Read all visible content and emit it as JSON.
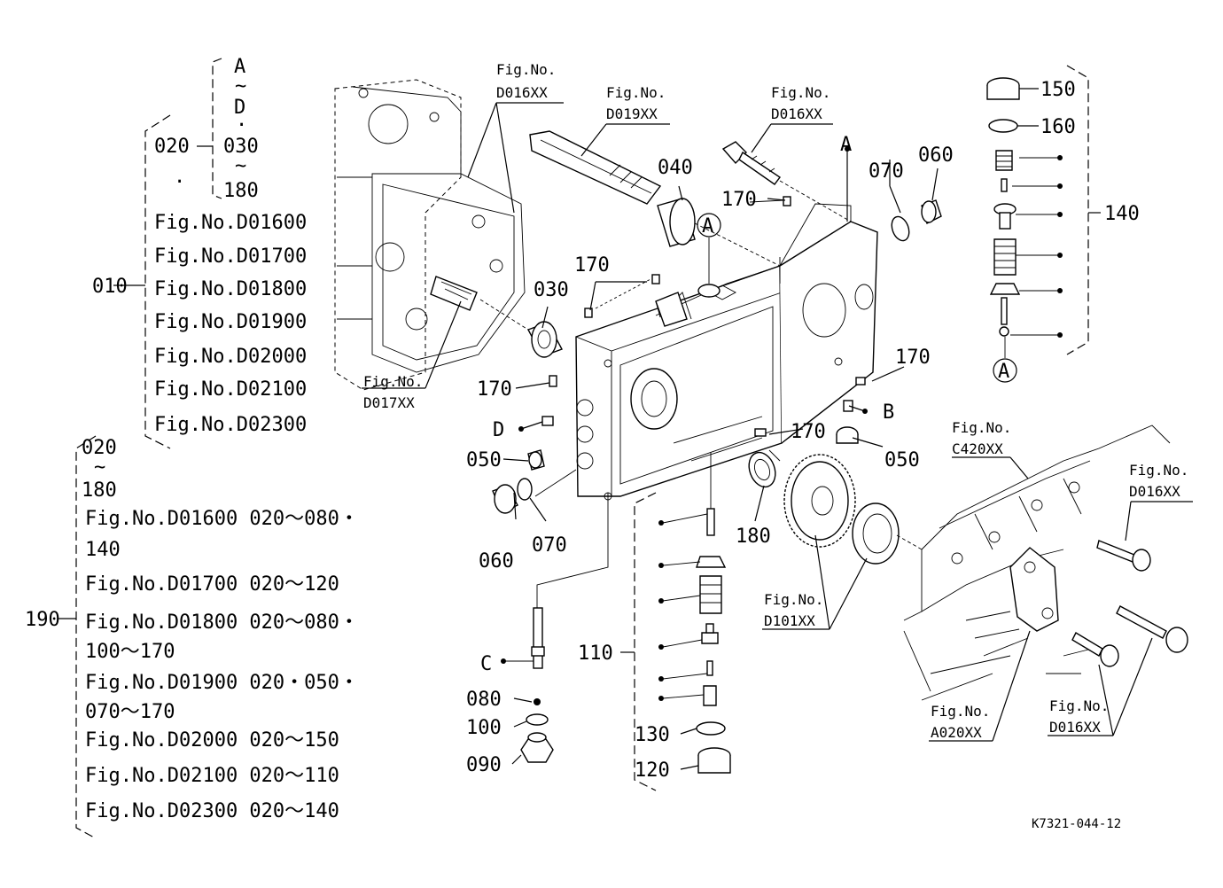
{
  "doc_code": "K7321-044-12",
  "fig_ref": "Fig.No.",
  "callouts": {
    "c010": "010",
    "c020": "020",
    "c030": "030",
    "c030b": "030",
    "c040": "040",
    "c050a": "050",
    "c050b": "050",
    "c060a": "060",
    "c060b": "060",
    "c070a": "070",
    "c070b": "070",
    "c080": "080",
    "c090": "090",
    "c100": "100",
    "c110": "110",
    "c120": "120",
    "c130": "130",
    "c140": "140",
    "c150": "150",
    "c160": "160",
    "c170a": "170",
    "c170b": "170",
    "c170c": "170",
    "c170d": "170",
    "c170e": "170",
    "c180": "180",
    "c180b": "180",
    "c190": "190"
  },
  "letters": {
    "A": "A",
    "B": "B",
    "C": "C",
    "D": "D"
  },
  "markers": {
    "circleA1": "A",
    "circleA2": "A"
  },
  "ref_figs": {
    "f_d016_top": "D016XX",
    "f_d019": "D019XX",
    "f_d016_mid": "D016XX",
    "f_d017": "D017XX",
    "f_c420": "C420XX",
    "f_d016_right": "D016XX",
    "f_d101": "D101XX",
    "f_a020": "A020XX",
    "f_d016_bottom": "D016XX"
  },
  "group_010": {
    "range_top": [
      "A",
      "~",
      "D",
      "·",
      "030",
      "~",
      "180"
    ],
    "lead": "020",
    "figs": [
      "Fig.No.D01600",
      "Fig.No.D01700",
      "Fig.No.D01800",
      "Fig.No.D01900",
      "Fig.No.D02000",
      "Fig.No.D02100",
      "Fig.No.D02300"
    ]
  },
  "group_190": {
    "range_top": [
      "020",
      "~",
      "180"
    ],
    "lines": [
      "Fig.No.D01600  020～080・",
      "140",
      "Fig.No.D01700  020～120",
      "Fig.No.D01800  020～080・",
      "100～170",
      "Fig.No.D01900  020・050・",
      "070～170",
      "Fig.No.D02000  020～150",
      "Fig.No.D02100  020～110",
      "Fig.No.D02300  020～140"
    ]
  }
}
